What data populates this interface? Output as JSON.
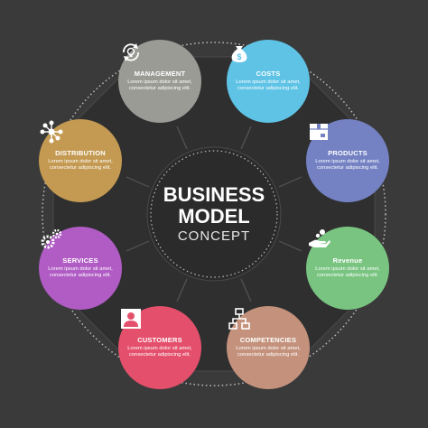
{
  "center": {
    "line1": "BUSINESS",
    "line2": "MODEL",
    "line3": "CONCEPT"
  },
  "nodes": [
    {
      "title": "MANAGEMENT",
      "desc": "Lorem ipsum dolor sit amet, consectetur adipiscing elit.",
      "color": "#9b9b96",
      "icon": "refresh-bulb-icon"
    },
    {
      "title": "COSTS",
      "desc": "Lorem ipsum dolor sit amet, consectetur adipiscing elit.",
      "color": "#5fc3e6",
      "icon": "money-bag-icon"
    },
    {
      "title": "PRODUCTS",
      "desc": "Lorem ipsum dolor sit amet, consectetur adipiscing elit.",
      "color": "#7482c4",
      "icon": "box-icon"
    },
    {
      "title": "Revenue",
      "desc": "Lorem ipsum dolor sit amet, consectetur adipiscing elit.",
      "color": "#78c480",
      "icon": "hand-coins-icon"
    },
    {
      "title": "COMPETENCIES",
      "desc": "Lorem ipsum dolor sit amet, consectetur adipiscing elit.",
      "color": "#c4927c",
      "icon": "hierarchy-icon"
    },
    {
      "title": "CUSTOMERS",
      "desc": "Lorem ipsum dolor sit amet, consectetur adipiscing elit.",
      "color": "#e4506c",
      "icon": "user-icon"
    },
    {
      "title": "SERVICES",
      "desc": "Lorem ipsum dolor sit amet, consectetur adipiscing elit.",
      "color": "#b05cc4",
      "icon": "gears-icon"
    },
    {
      "title": "DISTRIBUTION",
      "desc": "Lorem ipsum dolor sit amet, consectetur adipiscing elit.",
      "color": "#c49a52",
      "icon": "network-icon"
    }
  ]
}
